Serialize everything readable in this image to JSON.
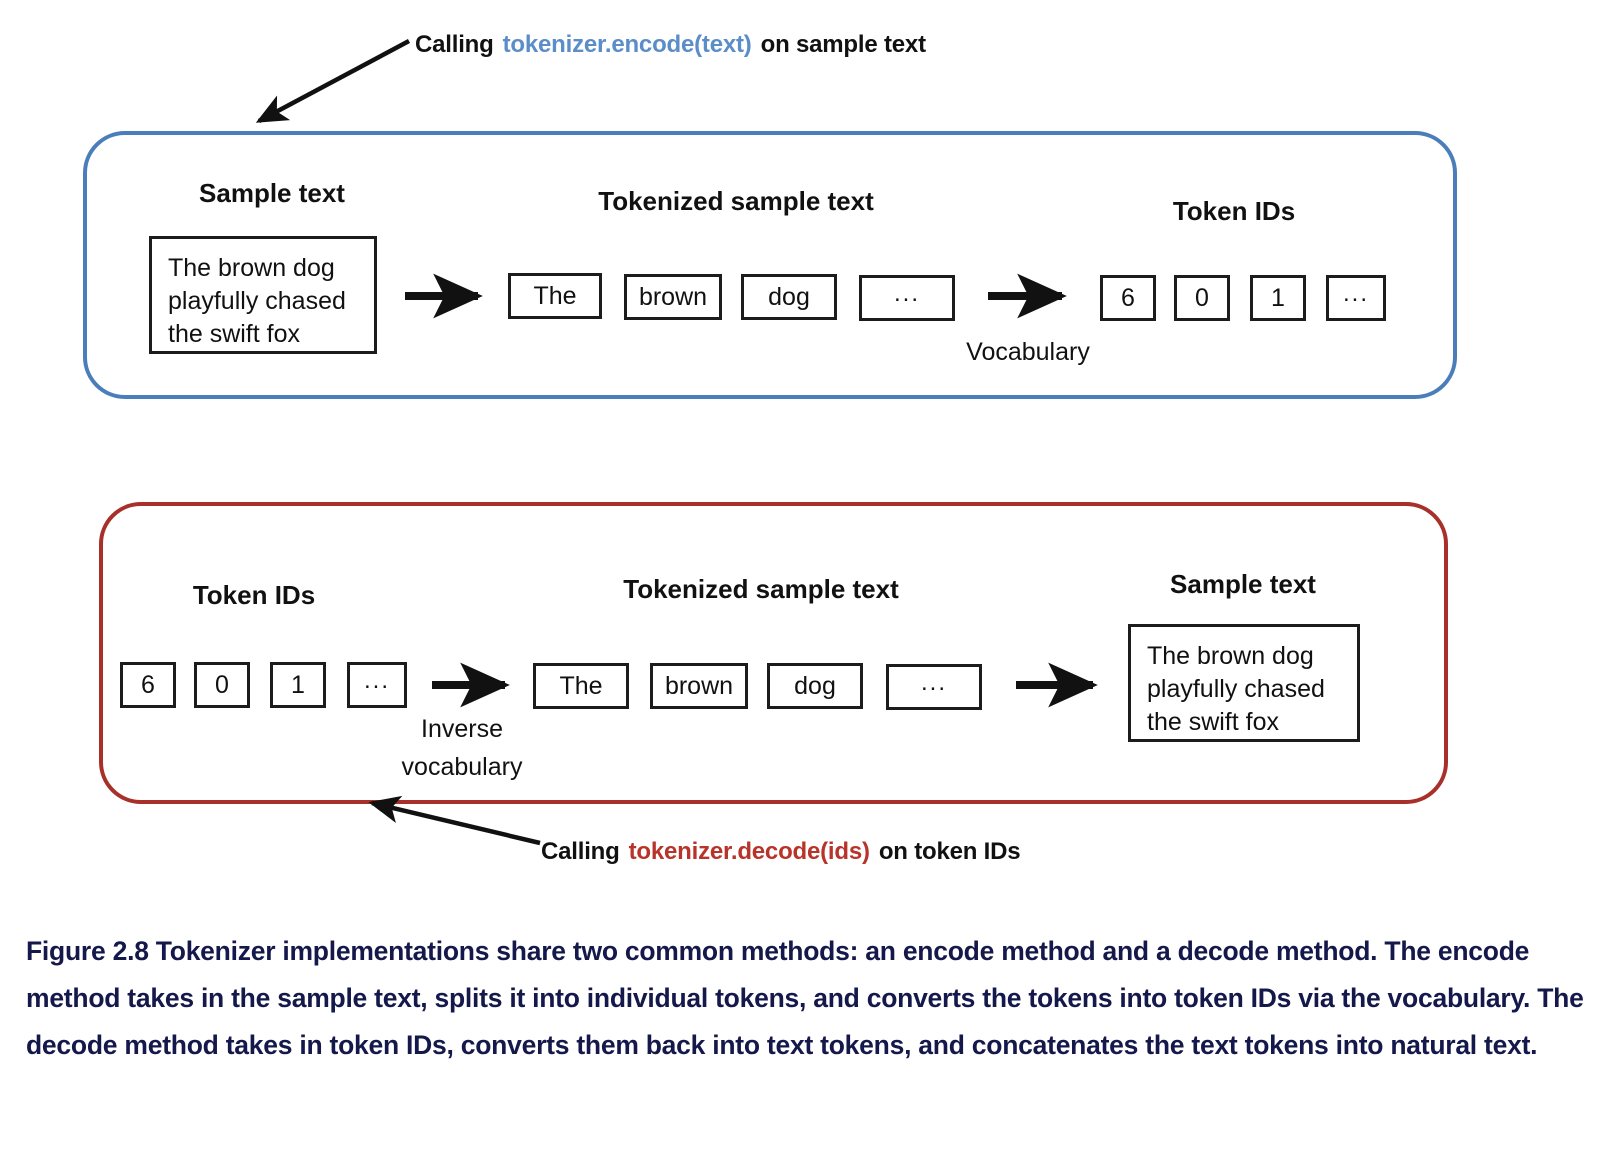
{
  "figure": {
    "caption": "Figure 2.8 Tokenizer implementations share two common methods: an encode method and a decode method. The encode method takes in the sample text, splits it into individual tokens, and converts the tokens into token IDs via the vocabulary. The decode method takes in token IDs, converts them back into text tokens, and concatenates the text tokens into natural text."
  },
  "colors": {
    "encode_border": "#4a7ebb",
    "decode_border": "#a8302a",
    "encode_code": "#5b8dc8",
    "decode_code": "#b8342a",
    "caption": "#14184a",
    "chip_border": "#1c1c1c"
  },
  "encode_callout": {
    "prefix": "Calling",
    "code": "tokenizer.encode(text)",
    "suffix": "on sample text"
  },
  "decode_callout": {
    "prefix": "Calling",
    "code": "tokenizer.decode(ids)",
    "suffix": "on token IDs"
  },
  "encode_flow": {
    "sample_text_title": "Sample text",
    "sample_text_body": "The brown dog\nplayfully chased\nthe swift fox",
    "tokens_title": "Tokenized sample text",
    "tokens": [
      "The",
      "brown",
      "dog",
      "..."
    ],
    "ids_title": "Token IDs",
    "ids": [
      "6",
      "0",
      "1",
      "..."
    ],
    "mapping_label": "Vocabulary"
  },
  "decode_flow": {
    "ids_title": "Token IDs",
    "ids": [
      "6",
      "0",
      "1",
      "..."
    ],
    "tokens_title": "Tokenized sample text",
    "tokens": [
      "The",
      "brown",
      "dog",
      "..."
    ],
    "sample_text_title": "Sample text",
    "sample_text_body": "The brown dog\nplayfully chased\nthe swift fox",
    "mapping_label": "Inverse\nvocabulary"
  }
}
